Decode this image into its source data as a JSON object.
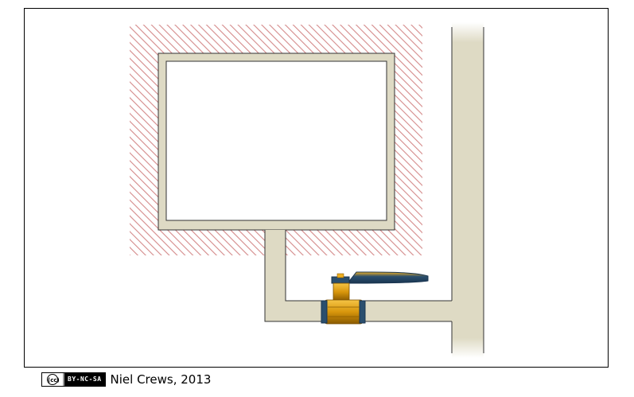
{
  "diagram": {
    "colors": {
      "pipe_fill": "#dedac4",
      "pipe_stroke": "#333333",
      "hatch": "#d48a8a",
      "valve_brass": "#d89a10",
      "valve_handle": "#2b4f6e"
    },
    "icons": [
      "valve-icon"
    ]
  },
  "footer": {
    "license_logo": "(cc)",
    "license_label": "BY-NC-SA",
    "credit": "Niel Crews, 2013"
  }
}
